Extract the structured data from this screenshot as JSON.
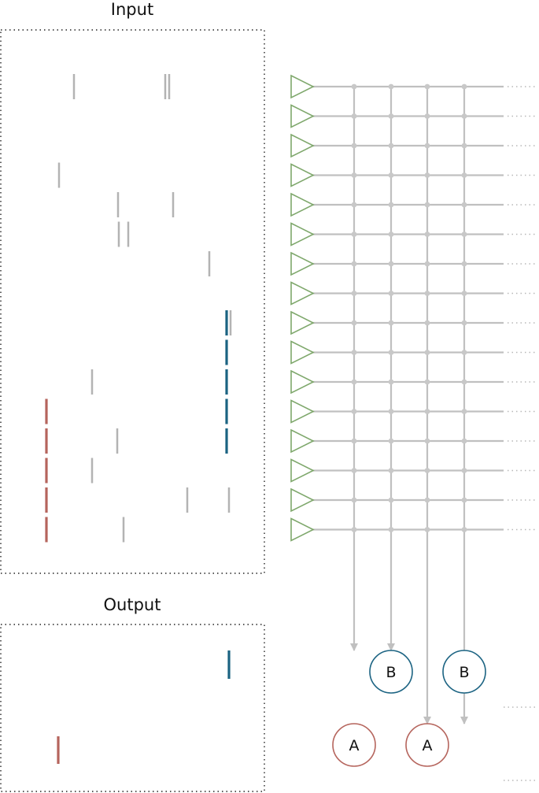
{
  "titles": {
    "input": "Input",
    "output": "Output"
  },
  "colors": {
    "background_spike": "#b3b3b3",
    "pattern_a": "#b5645c",
    "pattern_b": "#1b6382",
    "grid_line": "#c0c0c0",
    "synapse_dot": "#c8c8c8",
    "input_triangle": "#7fa86c",
    "box_border": "#222222",
    "continuation_dots": "#b8b8b8"
  },
  "neurons": [
    {
      "label": "B",
      "pattern": "pattern_b"
    },
    {
      "label": "B",
      "pattern": "pattern_b"
    },
    {
      "label": "A",
      "pattern": "pattern_a"
    },
    {
      "label": "A",
      "pattern": "pattern_a"
    }
  ],
  "input_channels": 16,
  "icons": {
    "input_node": "triangle-icon",
    "output_neuron": "circle-icon"
  }
}
